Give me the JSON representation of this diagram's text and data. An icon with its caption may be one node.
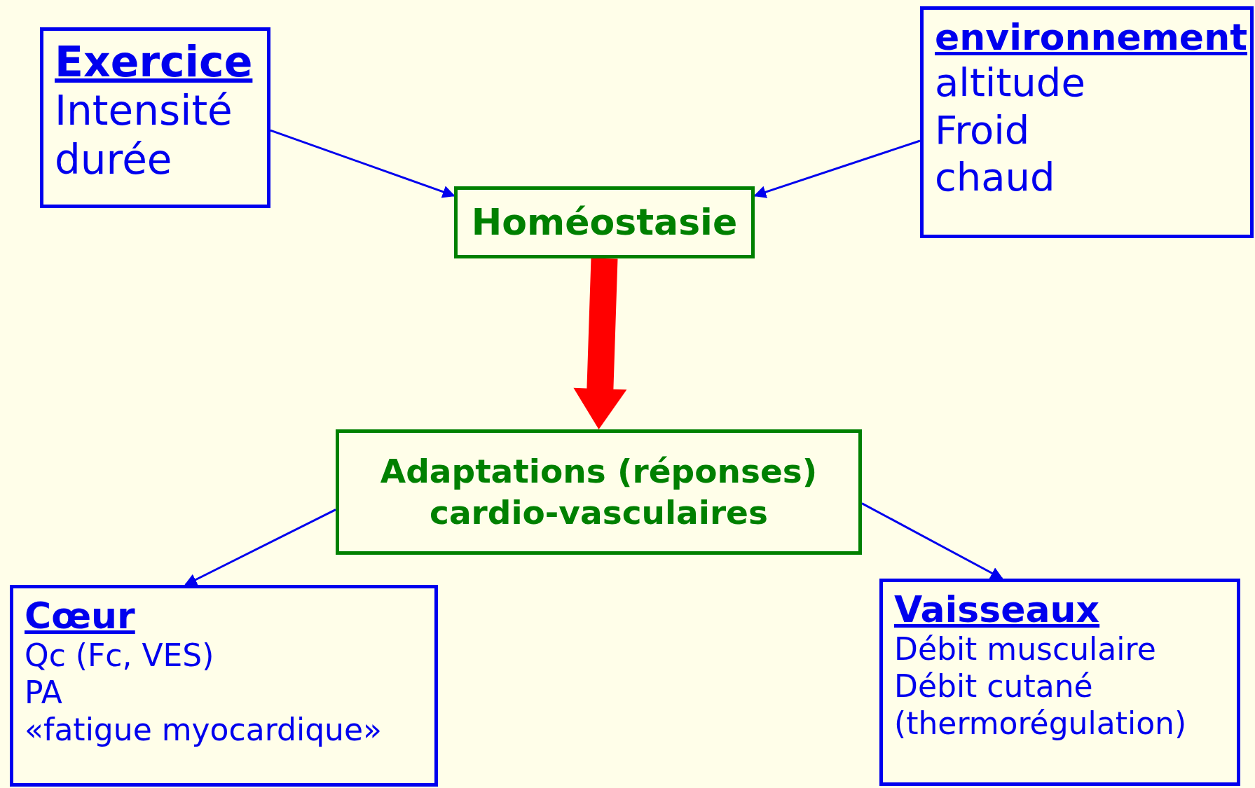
{
  "diagram": {
    "nodes": [
      {
        "text": [
          "Exercice",
          "Intensité",
          "durée"
        ]
      },
      {
        "text": [
          "environnement",
          "altitude",
          "Froid",
          "chaud"
        ]
      },
      {
        "text": [
          "Homéostasie"
        ]
      },
      {
        "text": [
          "Adaptations (réponses) cardio-vasculaires"
        ]
      },
      {
        "text": [
          "Cœur",
          "Qc (Fc, VES)",
          "PA",
          "«fatigue myocardique»"
        ]
      },
      {
        "text": [
          "Vaisseaux",
          "Débit musculaire",
          "Débit cutané",
          "(thermorégulation)"
        ]
      }
    ],
    "edges": [
      {
        "from": 0,
        "to": 2,
        "arrow": "to"
      },
      {
        "from": 1,
        "to": 2,
        "arrow": "to"
      },
      {
        "from": 2,
        "to": 3,
        "arrow": "to",
        "style": "thick",
        "color": "#ff0000"
      },
      {
        "from": 3,
        "to": 4,
        "arrow": "to"
      },
      {
        "from": 3,
        "to": 5,
        "arrow": "to"
      }
    ]
  }
}
